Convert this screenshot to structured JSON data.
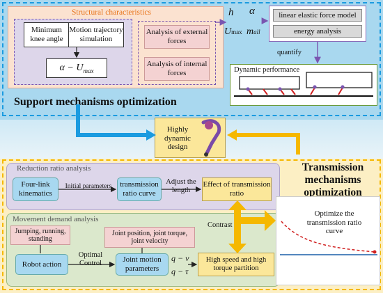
{
  "support": {
    "struct_title": "Structural characteristics",
    "min_knee": "Minimum knee angle",
    "motion_traj": "Motion trajectory simulation",
    "alpha_umax": "α − U",
    "alpha_umax_sub": "max",
    "external": "Analysis of external forces",
    "internal": "Analysis of internal forces",
    "params": {
      "h": "h",
      "alpha": "α",
      "umax": "U",
      "umax_sub": "max",
      "mall": "m",
      "mall_sub": "all"
    },
    "linear_model": "linear elastic force model",
    "energy": "energy analysis",
    "quantify": "quantify",
    "dynamic_perf": "Dynamic performance",
    "title": "Support mechanisms optimization"
  },
  "center": {
    "design": "Highly dynamic design"
  },
  "transmission": {
    "title": "Transmission mechanisms optimization",
    "reduction_title": "Reduction ratio analysis",
    "four_link": "Four-link kinematics",
    "initial_params": "Initial parameters",
    "trans_curve": "transmission ratio curve",
    "adjust_length": "Adjust the length",
    "effect": "Effect of transmission ratio",
    "movement_title": "Movement demand analysis",
    "jumping": "Jumping, running, standing",
    "joint_info": "Joint position, joint torque, joint velocity",
    "robot_action": "Robot action",
    "optimal_control": "Optimal Control",
    "joint_motion": "Joint motion parameters",
    "q_v": "q − v",
    "q_tau": "q − τ",
    "high_speed": "High speed and high torque partition",
    "contrast": "Contrast",
    "optimize_curve": "Optimize the transmission ratio curve"
  },
  "colors": {
    "top_border": "#1b9be0",
    "bottom_border": "#f5b800",
    "orange_text": "#e8741a",
    "purple_border": "#7a55b0",
    "pink_fill": "#f4d2d2",
    "blue_fill": "#a8d8f0",
    "yellow_fill": "#fbe79a",
    "lavender_fill": "#ddd6ea",
    "green_fill": "#dbe8cc",
    "green_border": "#6b9a3a"
  }
}
